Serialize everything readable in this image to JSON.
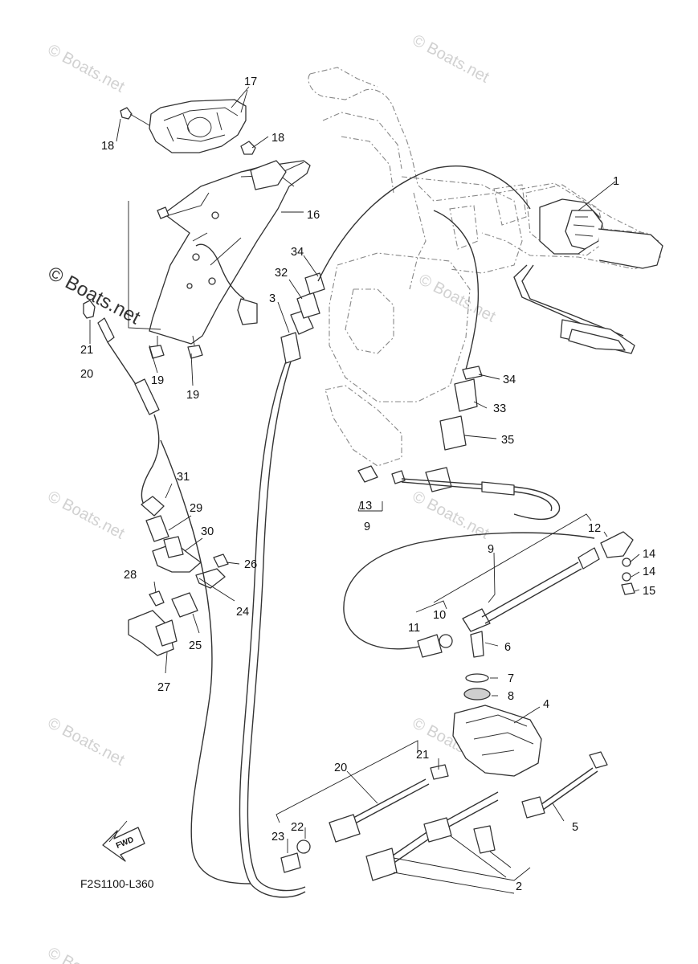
{
  "diagram": {
    "code": "F2S1100-L360",
    "direction_label": "FWD",
    "watermarks": [
      "© Boats.net",
      "© Boats.net",
      "© Boats.net",
      "© Boats.net",
      "© Boats.net",
      "© Boats.net",
      "© Boats.net",
      "© Boats.net"
    ],
    "watermark_main": "© Boats.net",
    "callouts": [
      {
        "id": "c1",
        "text": "1"
      },
      {
        "id": "c2",
        "text": "2"
      },
      {
        "id": "c3",
        "text": "3"
      },
      {
        "id": "c4",
        "text": "4"
      },
      {
        "id": "c5",
        "text": "5"
      },
      {
        "id": "c6",
        "text": "6"
      },
      {
        "id": "c7",
        "text": "7"
      },
      {
        "id": "c8",
        "text": "8"
      },
      {
        "id": "c9a",
        "text": "9"
      },
      {
        "id": "c9b",
        "text": "9"
      },
      {
        "id": "c10",
        "text": "10"
      },
      {
        "id": "c11",
        "text": "11"
      },
      {
        "id": "c12",
        "text": "12"
      },
      {
        "id": "c13",
        "text": "13"
      },
      {
        "id": "c14a",
        "text": "14"
      },
      {
        "id": "c14b",
        "text": "14"
      },
      {
        "id": "c15",
        "text": "15"
      },
      {
        "id": "c16",
        "text": "16"
      },
      {
        "id": "c17",
        "text": "17"
      },
      {
        "id": "c18a",
        "text": "18"
      },
      {
        "id": "c18b",
        "text": "18"
      },
      {
        "id": "c19a",
        "text": "19"
      },
      {
        "id": "c19b",
        "text": "19"
      },
      {
        "id": "c20a",
        "text": "20"
      },
      {
        "id": "c20b",
        "text": "20"
      },
      {
        "id": "c21a",
        "text": "21"
      },
      {
        "id": "c21b",
        "text": "21"
      },
      {
        "id": "c22",
        "text": "22"
      },
      {
        "id": "c23",
        "text": "23"
      },
      {
        "id": "c24",
        "text": "24"
      },
      {
        "id": "c25",
        "text": "25"
      },
      {
        "id": "c26",
        "text": "26"
      },
      {
        "id": "c27",
        "text": "27"
      },
      {
        "id": "c28",
        "text": "28"
      },
      {
        "id": "c29",
        "text": "29"
      },
      {
        "id": "c30",
        "text": "30"
      },
      {
        "id": "c31",
        "text": "31"
      },
      {
        "id": "c32",
        "text": "32"
      },
      {
        "id": "c33",
        "text": "33"
      },
      {
        "id": "c34a",
        "text": "34"
      },
      {
        "id": "c34b",
        "text": "34"
      },
      {
        "id": "c35",
        "text": "35"
      }
    ]
  }
}
